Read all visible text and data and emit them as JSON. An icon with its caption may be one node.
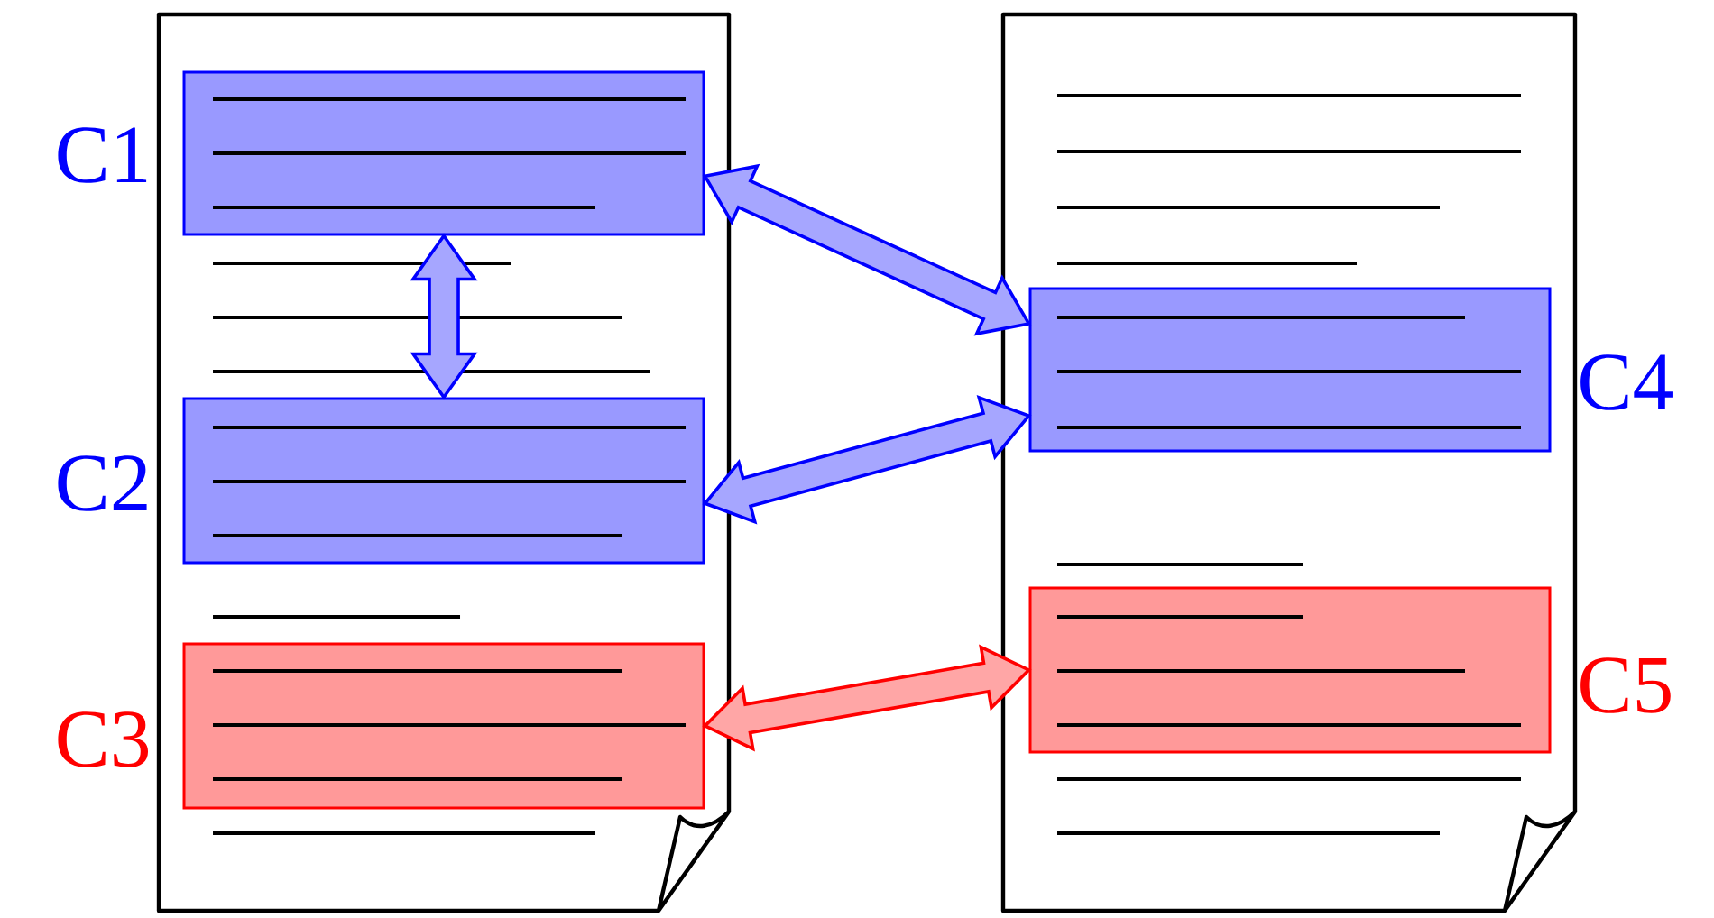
{
  "diagram": {
    "nodes": [
      {
        "text": [],
        "shape": "document"
      },
      {
        "text": [
          "C1"
        ],
        "in": 0
      },
      {
        "text": [
          "C2"
        ],
        "in": 0
      },
      {
        "text": [
          "C3"
        ],
        "in": 0
      },
      {
        "text": [],
        "shape": "document"
      },
      {
        "text": [
          "C4"
        ],
        "in": 4
      },
      {
        "text": [
          "C5"
        ],
        "in": 4
      }
    ],
    "edges": [
      {
        "from": 1,
        "to": 2,
        "arrow": "both"
      },
      {
        "from": 1,
        "to": 5,
        "arrow": "both"
      },
      {
        "from": 2,
        "to": 5,
        "arrow": "both"
      },
      {
        "from": 3,
        "to": 6,
        "arrow": "both",
        "color": "#ff0000"
      }
    ]
  }
}
